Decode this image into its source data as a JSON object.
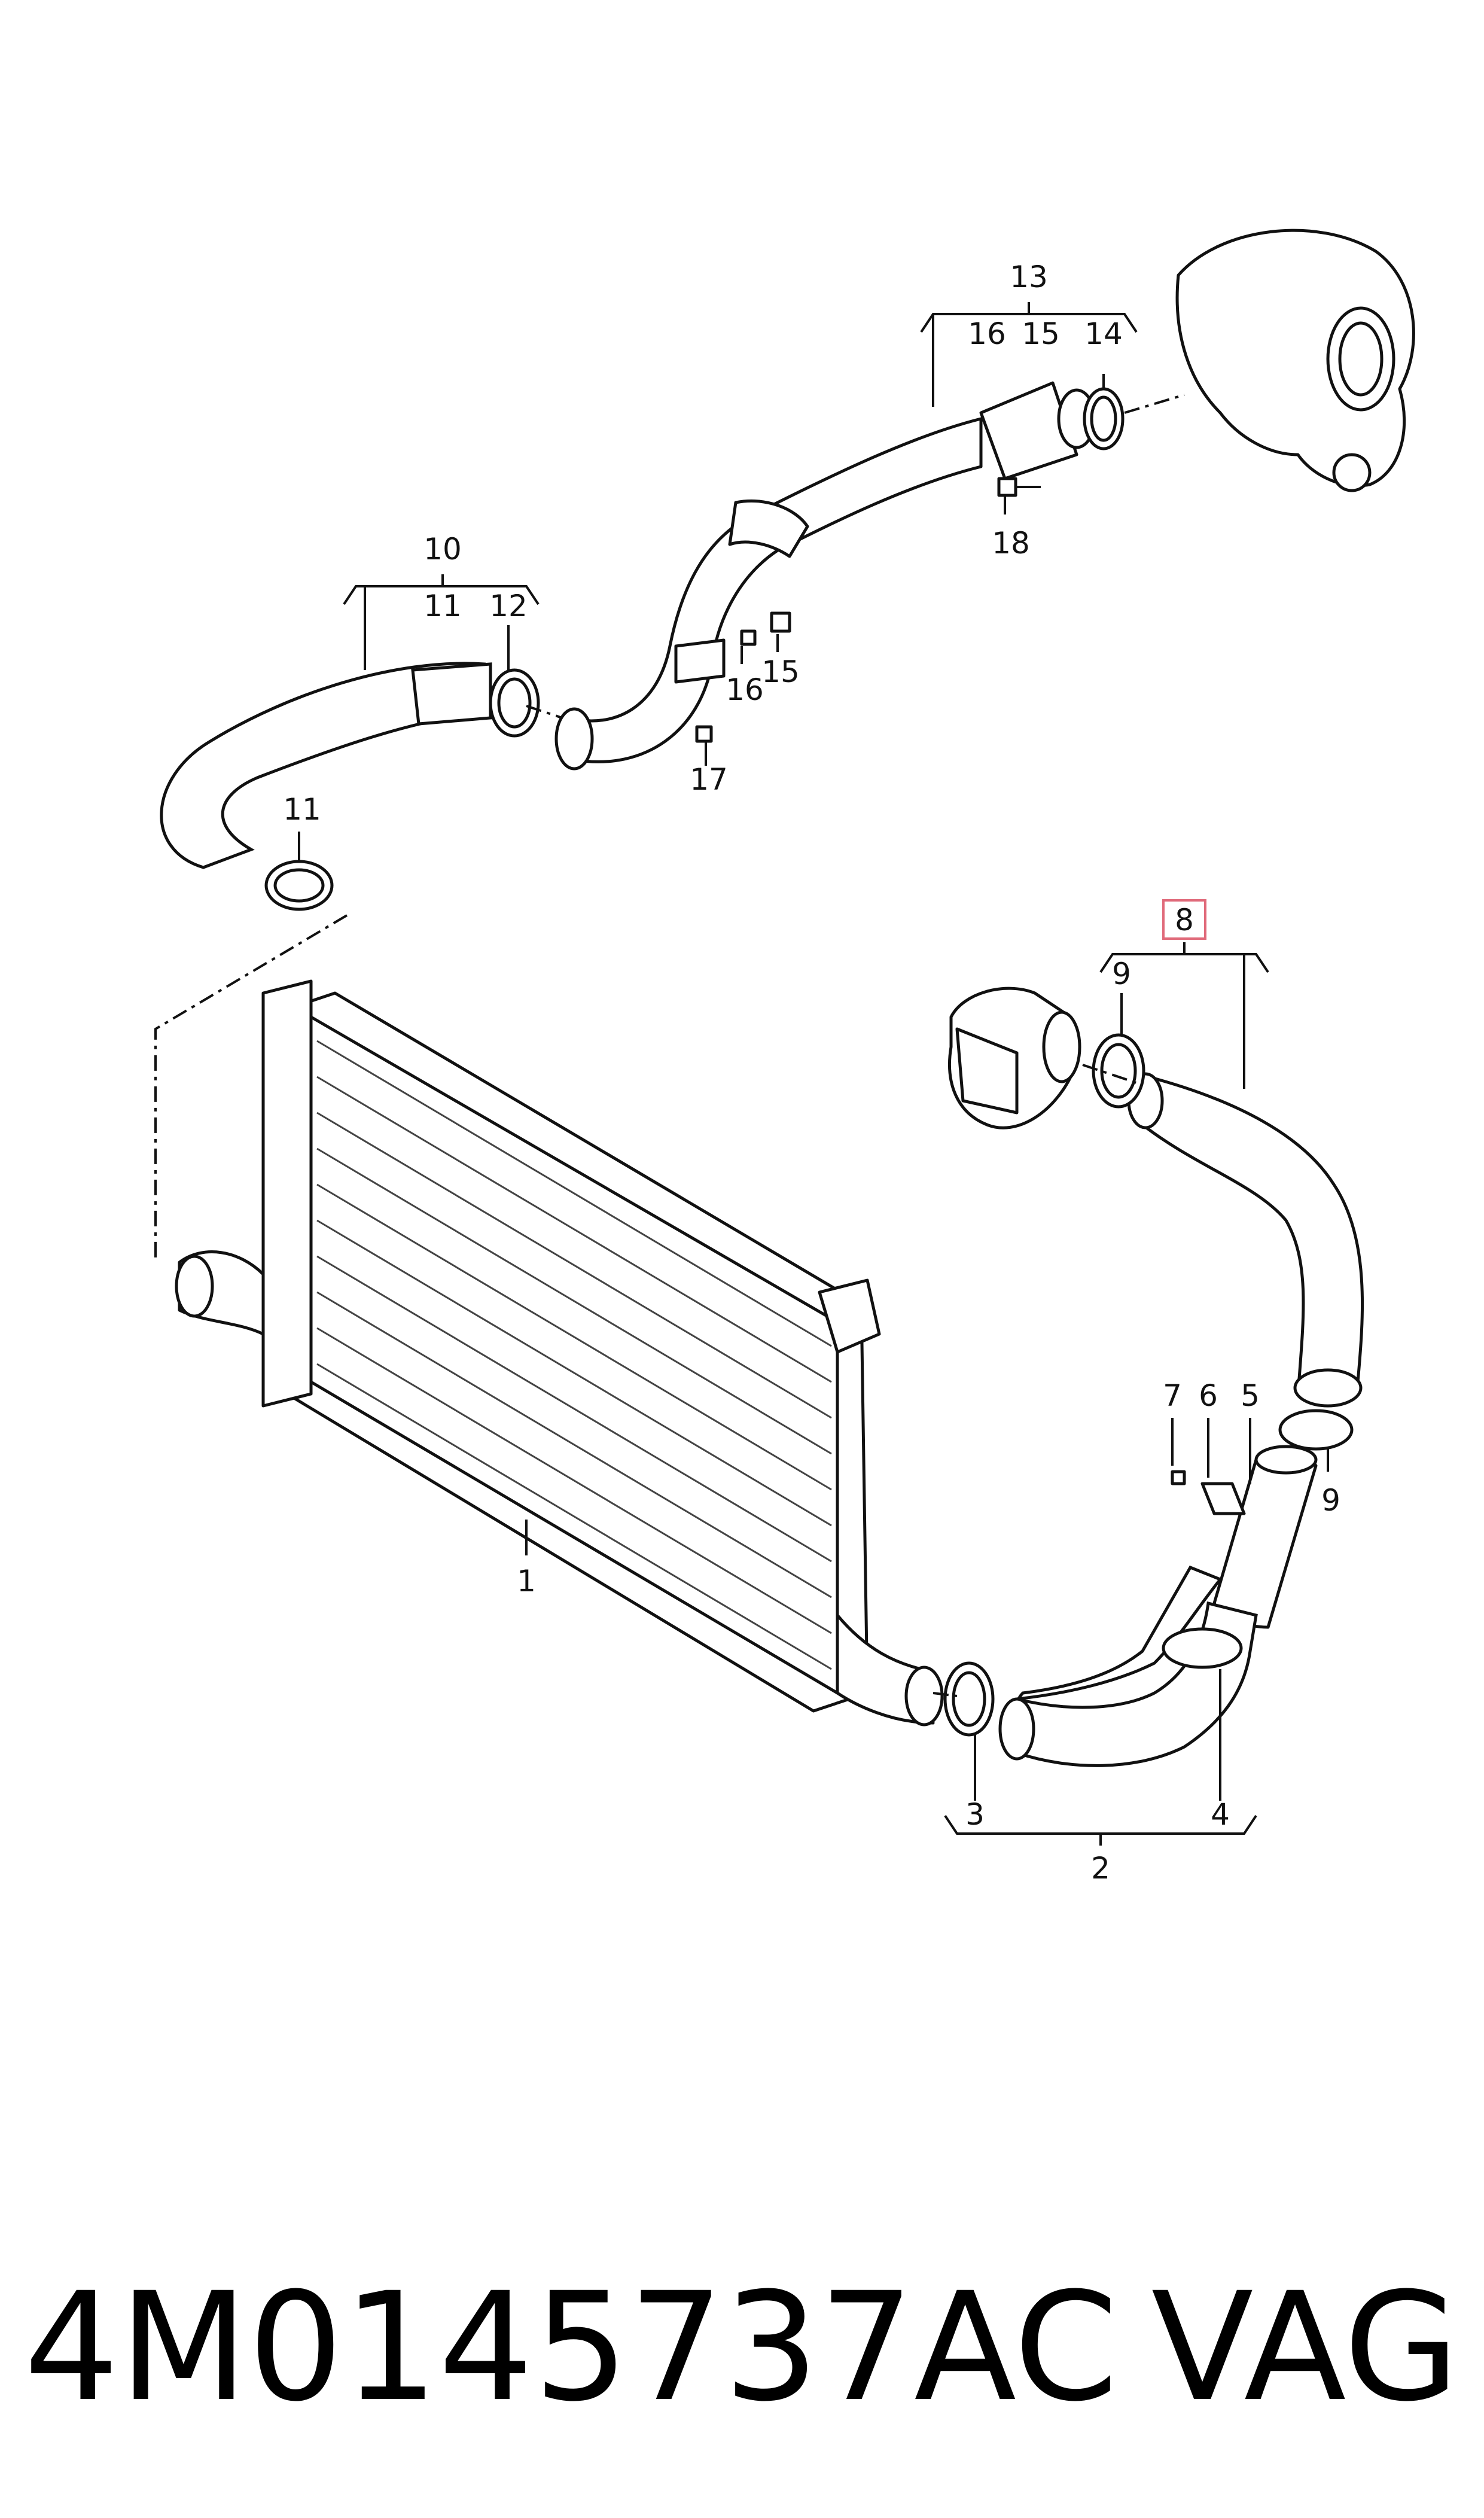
{
  "diagram": {
    "callouts": {
      "c1": "1",
      "c2": "2",
      "c3": "3",
      "c4": "4",
      "c5": "5",
      "c6": "6",
      "c7": "7",
      "c8": "8",
      "c9a": "9",
      "c9b": "9",
      "c10": "10",
      "c11a": "11",
      "c11b": "11",
      "c12": "12",
      "c13": "13",
      "c14": "14",
      "c15a": "15",
      "c15b": "15",
      "c16a": "16",
      "c16b": "16",
      "c17": "17",
      "c18": "18"
    },
    "highlight_color": "#e06a7a"
  },
  "footer": {
    "part_number": "4M0145737AC",
    "brand": "VAG"
  }
}
